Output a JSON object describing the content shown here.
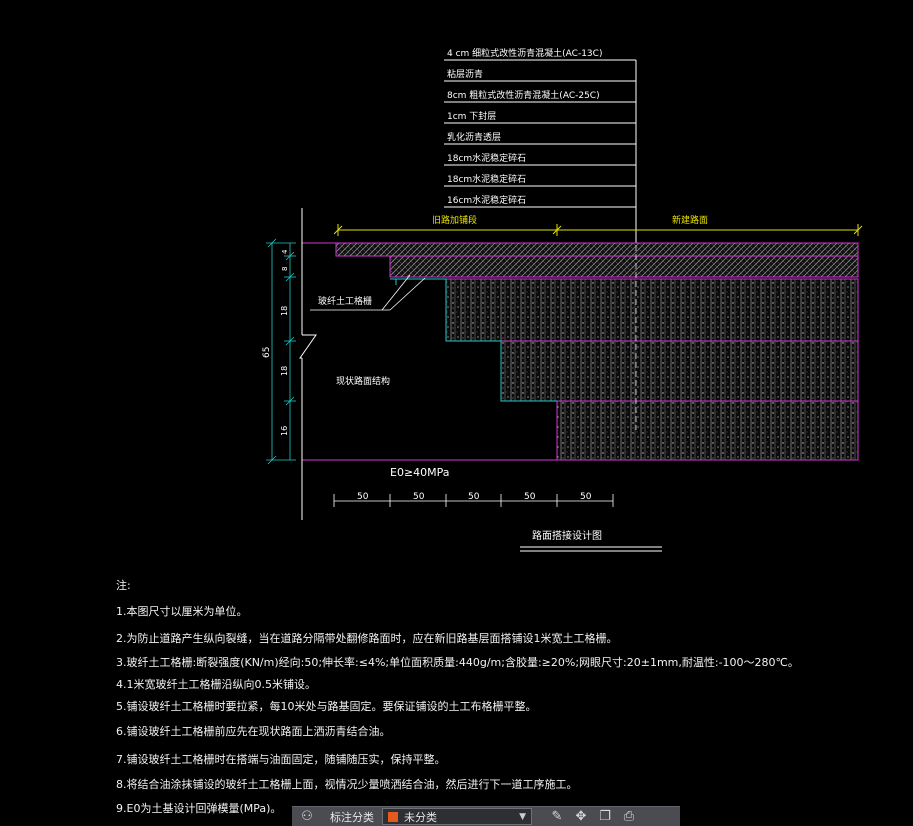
{
  "layers": [
    "4 cm 细粒式改性沥青混凝土(AC-13C)",
    "粘层沥青",
    "8cm 粗粒式改性沥青混凝土(AC-25C)",
    "1cm 下封层",
    "乳化沥青透层",
    "18cm水泥稳定碎石",
    "18cm水泥稳定碎石",
    "16cm水泥稳定碎石"
  ],
  "labels": {
    "old_widen": "旧路加铺段",
    "new_road": "新建路面",
    "geogrid": "玻纤土工格栅",
    "existing": "现状路面结构",
    "e0": "E0≥40MPa",
    "title": "路面搭接设计图"
  },
  "dims": {
    "vertical": [
      "4",
      "8",
      "18",
      "18",
      "16"
    ],
    "total": "65",
    "horizontal": [
      "50",
      "50",
      "50",
      "50",
      "50"
    ]
  },
  "notes": {
    "heading": "注:",
    "items": [
      "1.本图尺寸以厘米为单位。",
      "2.为防止道路产生纵向裂缝，当在道路分隔带处翻修路面时，应在新旧路基层面搭铺设1米宽土工格栅。",
      "3.玻纤土工格栅:断裂强度(KN/m)经向:50;伸长率:≤4%;单位面积质量:440g/m;含胶量:≥20%;网眼尺寸:20±1mm,耐温性:-100～280℃。",
      "4.1米宽玻纤土工格栅沿纵向0.5米铺设。",
      "5.铺设玻纤土工格栅时要拉紧，每10米处与路基固定。要保证铺设的土工布格栅平整。",
      "6.铺设玻纤土工格栅前应先在现状路面上洒沥青结合油。",
      "7.铺设玻纤土工格栅时在搭端与油面固定，随铺随压实，保持平整。",
      "8.将结合油涂抹铺设的玻纤土工格栅上面，视情况少量喷洒结合油，然后进行下一道工序施工。",
      "9.E0为土基设计回弹模量(MPa)。"
    ]
  },
  "toolbar": {
    "label": "标注分类",
    "selected": "未分类",
    "accent": "#e35a1c"
  },
  "colors": {
    "magenta": "#d233d2",
    "cyan": "#22c9c9",
    "yellow": "#e6e000",
    "white": "#ffffff"
  }
}
